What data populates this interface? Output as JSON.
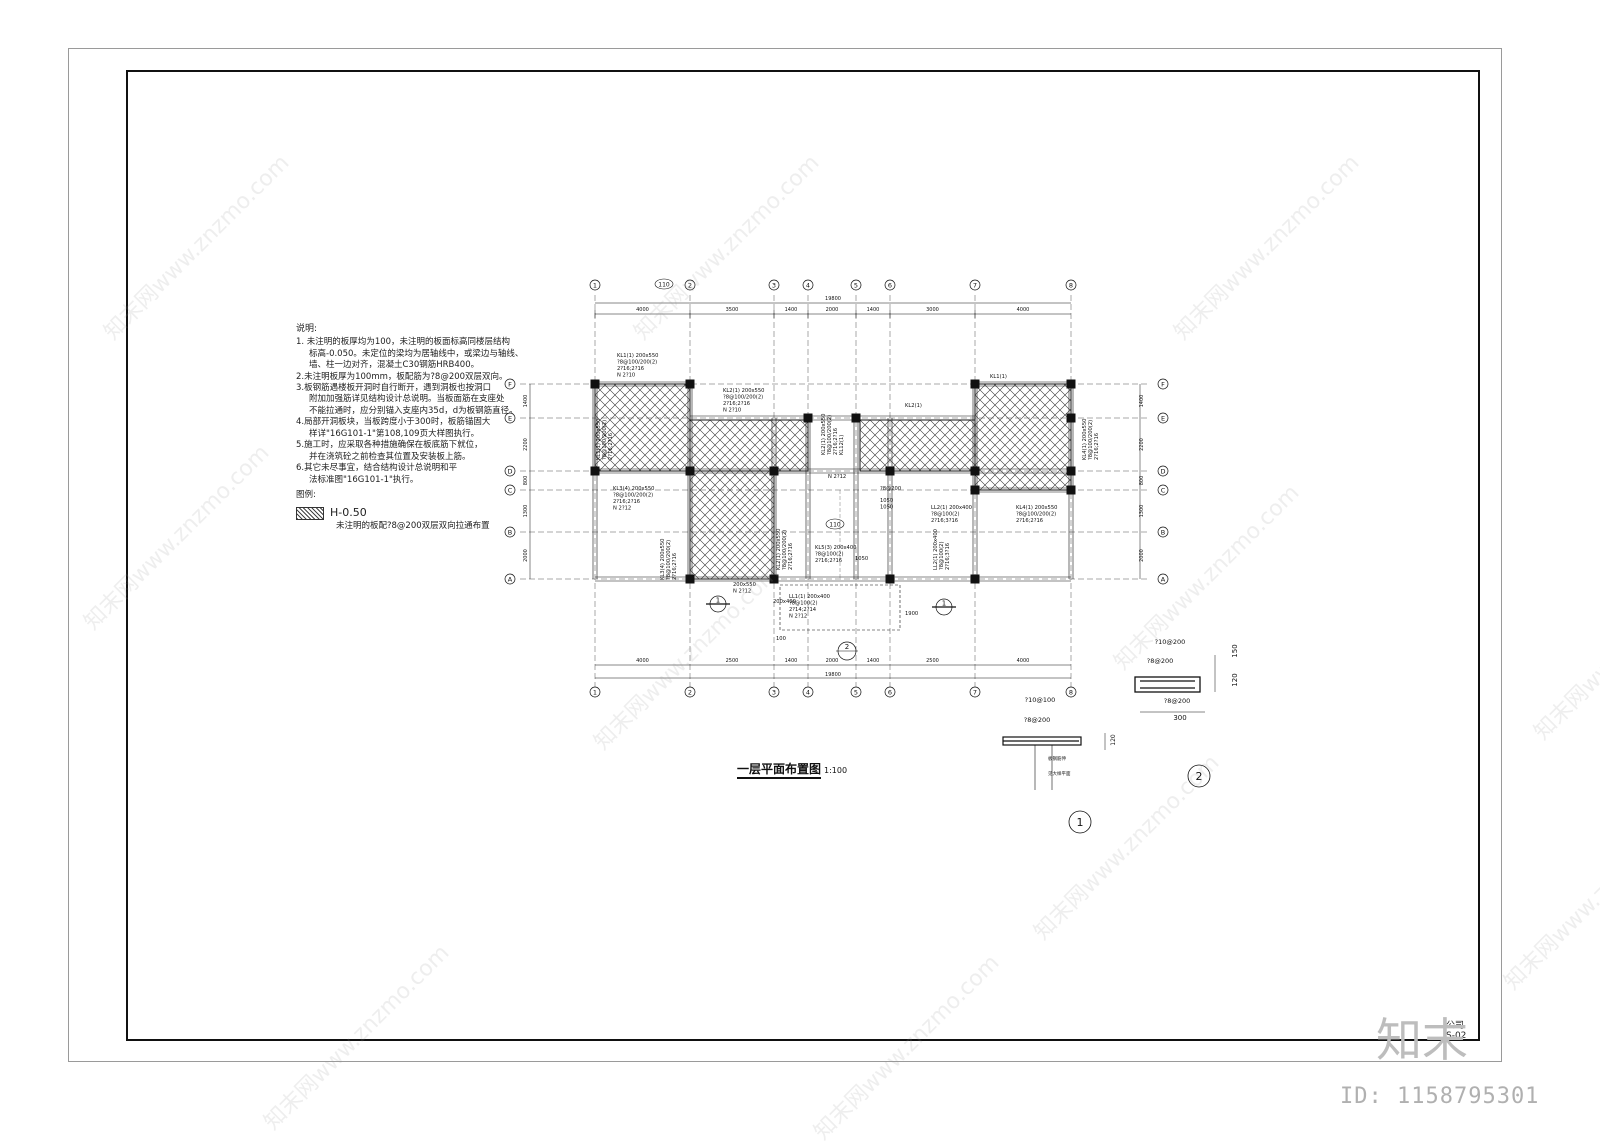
{
  "notes": {
    "heading": "说明:",
    "n1a": "1. 未注明的板厚均为100，未注明的板面标高同楼层结构",
    "n1b": "标高-0.050。未定位的梁均为居轴线中，或梁边与轴线、",
    "n1c": "墙、柱一边对齐，混凝土C30钢筋HRB400。",
    "n2": "2.未注明板厚为100mm，板配筋为?8@200双层双向。",
    "n3a": "3.板钢筋遇楼板开洞时自行断开，遇到洞板也按洞口",
    "n3b": "附加加强筋详见结构设计总说明。当板面筋在支座处",
    "n3c": "不能拉通时，应分别锚入支座内35d，d为板钢筋直径。",
    "n4a": "4.局部开洞板块，当板跨度小于300时，板筋锚固大",
    "n4b": "样详\"16G101-1\"第108,109页大样图执行。",
    "n5a": "5.施工时，应采取各种措施确保在板底筋下就位，",
    "n5b": "并在浇筑砼之前检查其位置及安装板上筋。",
    "n6a": "6.其它未尽事宜，结合结构设计总说明和平",
    "n6b": "法标准图\"16G101-1\"执行。",
    "legend_heading": "图例:",
    "legend_level": "H-0.50",
    "legend_note": "未注明的板配?8@200双层双向拉通布置"
  },
  "plan": {
    "title": "一层平面布置图",
    "scale": "1:100",
    "axes_top": [
      "1",
      "2",
      "3",
      "4",
      "5",
      "6",
      "7",
      "8"
    ],
    "axes_left": [
      "F",
      "E",
      "D",
      "C",
      "B",
      "A"
    ],
    "top_total": "19800",
    "bottom_total": "19800",
    "top_dims": [
      "4000",
      "3500",
      "1400",
      "2000",
      "1400",
      "3000",
      "4000"
    ],
    "bottom_dims": [
      "4000",
      "2500",
      "1400",
      "2000",
      "1400",
      "2500",
      "4000"
    ],
    "left_dims": [
      "1400",
      "2200",
      "800",
      "1300",
      "2000"
    ],
    "axis_bubble_top": "110",
    "axis_bubble_mid": "110",
    "beams": [
      "KL1(1) 200x550",
      "?8@100/200(2)",
      "2?16;2?16",
      "N 2?10",
      "KL2(1) 200x550",
      "?8@100/200(2)",
      "2?16;2?16",
      "N 2?10",
      "KL2(1)",
      "KL1(1)",
      "KL3(4) 200x550",
      "?8@100/200(2)",
      "2?16;2?16",
      "N 2?12",
      "KL4(1) 200x550",
      "?8@100/200(2)",
      "2?16;2?16",
      "LL2(1) 200x400",
      "?8@100(2)",
      "2?16;3?16",
      "KL5(3) 200x400",
      "?8@100(2)",
      "2?16;2?16",
      "LL1(1) 200x400",
      "?8@100(2)",
      "2?14;2?14",
      "N 2?12",
      "200x550",
      "N 2?12",
      "200x400",
      "KL12(1)",
      "N 2?12",
      "?8@200",
      "1050",
      "1050",
      "1050",
      "1900",
      "100"
    ]
  },
  "details": {
    "d1_label": "1",
    "d1_top": "?10@100",
    "d1_mid": "?8@200",
    "d1_dim": "120",
    "d1_note1": "板钢筋伸",
    "d1_note2": "见大样平面",
    "d2_label": "2",
    "d2_top": "?10@200",
    "d2_mid": "?8@200",
    "d2_bot": "?8@200",
    "d2_w": "300",
    "d2_h1": "150",
    "d2_h2": "120"
  },
  "titleblock": {
    "line1": "公司",
    "line2": "S-02"
  },
  "brand": "知末",
  "id_text": "ID: 1158795301",
  "watermark": "知末网www.znzmo.com",
  "colors": {
    "line": "#111111",
    "grid": "#555555",
    "hatch": "#333333",
    "faint": "#9a9a9a"
  }
}
